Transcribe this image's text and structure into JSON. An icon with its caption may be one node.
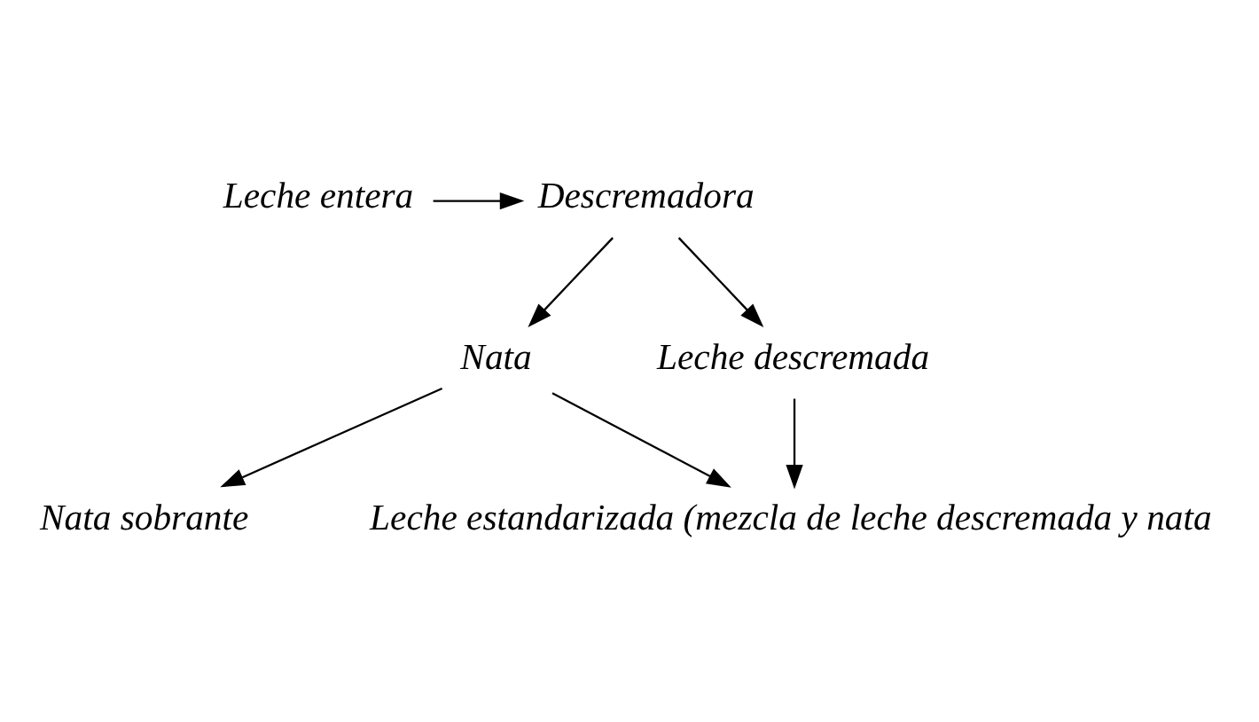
{
  "diagram": {
    "nodes": [
      {
        "text": [
          "Leche entera"
        ]
      },
      {
        "text": [
          "Descremadora"
        ]
      },
      {
        "text": [
          "Nata"
        ]
      },
      {
        "text": [
          "Leche descremada"
        ]
      },
      {
        "text": [
          "Nata sobrante"
        ]
      },
      {
        "text": [
          "Leche estandarizada (mezcla de leche descremada y nata"
        ]
      }
    ],
    "edges": [
      {
        "from": 0,
        "to": 1,
        "arrow": "to"
      },
      {
        "from": 1,
        "to": 2,
        "arrow": "to"
      },
      {
        "from": 1,
        "to": 3,
        "arrow": "to"
      },
      {
        "from": 2,
        "to": 4,
        "arrow": "to"
      },
      {
        "from": 2,
        "to": 5,
        "arrow": "to"
      },
      {
        "from": 3,
        "to": 5,
        "arrow": "to"
      }
    ]
  }
}
